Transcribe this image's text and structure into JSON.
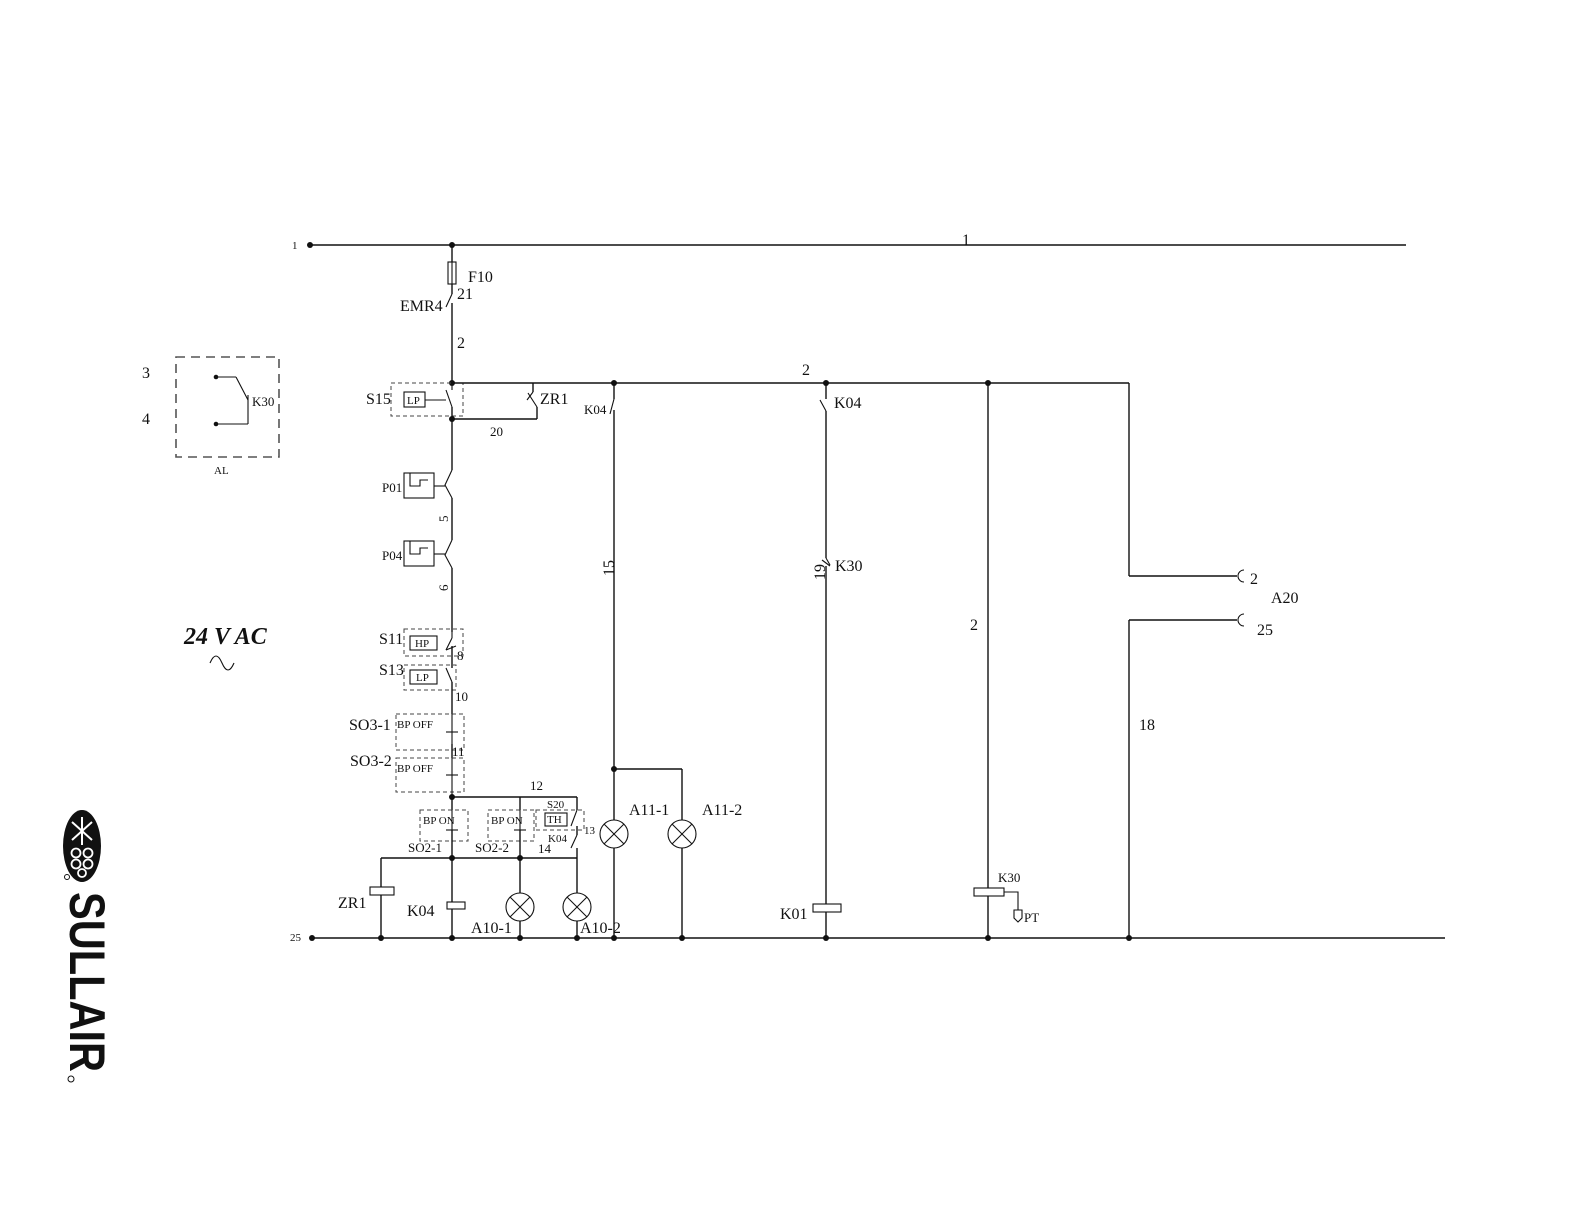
{
  "power": {
    "voltage": "24 V AC",
    "supply_label": "1",
    "return_label": "25",
    "supply_line_label": "1"
  },
  "wires": {
    "w21": "21",
    "w2": "2",
    "w2_top": "2",
    "w20": "20",
    "w5": "5",
    "w6": "6",
    "w8": "8",
    "w10": "10",
    "w11": "11",
    "w12": "12",
    "w13": "13",
    "w14": "14",
    "w15": "15",
    "w19": "19",
    "w2_right": "2",
    "w18": "18"
  },
  "components": {
    "F10": "F10",
    "EMR4": "EMR4",
    "S15": "S15",
    "S15_tag": "LP",
    "ZR1_contact": "ZR1",
    "K04_contact_a": "K04",
    "K04_contact_b": "K04",
    "K30_contact": "K30",
    "P01": "P01",
    "P04": "P04",
    "S11": "S11",
    "S11_tag": "HP",
    "S13": "S13",
    "S13_tag": "LP",
    "SO3_1": "SO3-1",
    "SO3_1_tag": "BP OFF",
    "SO3_2": "SO3-2",
    "SO3_2_tag": "BP OFF",
    "SO2_1": "SO2-1",
    "SO2_1_tag": "BP ON",
    "SO2_2": "SO2-2",
    "SO2_2_tag": "BP ON",
    "S20": "S20",
    "S20_tag": "TH",
    "K04_aux": "K04",
    "ZR1_coil": "ZR1",
    "K04_coil": "K04",
    "A10_1": "A10-1",
    "A10_2": "A10-2",
    "A11_1": "A11-1",
    "A11_2": "A11-2",
    "K01_coil": "K01",
    "K30_coil": "K30",
    "PT": "PT",
    "A20": "A20",
    "A20_pin2": "2",
    "A20_pin25": "25"
  },
  "alarm_block": {
    "pin3": "3",
    "pin4": "4",
    "contact": "K30",
    "label": "AL"
  },
  "brand": {
    "name": "SULLAIR",
    "logo_icon": "sullair-snowflake-logo-icon"
  }
}
